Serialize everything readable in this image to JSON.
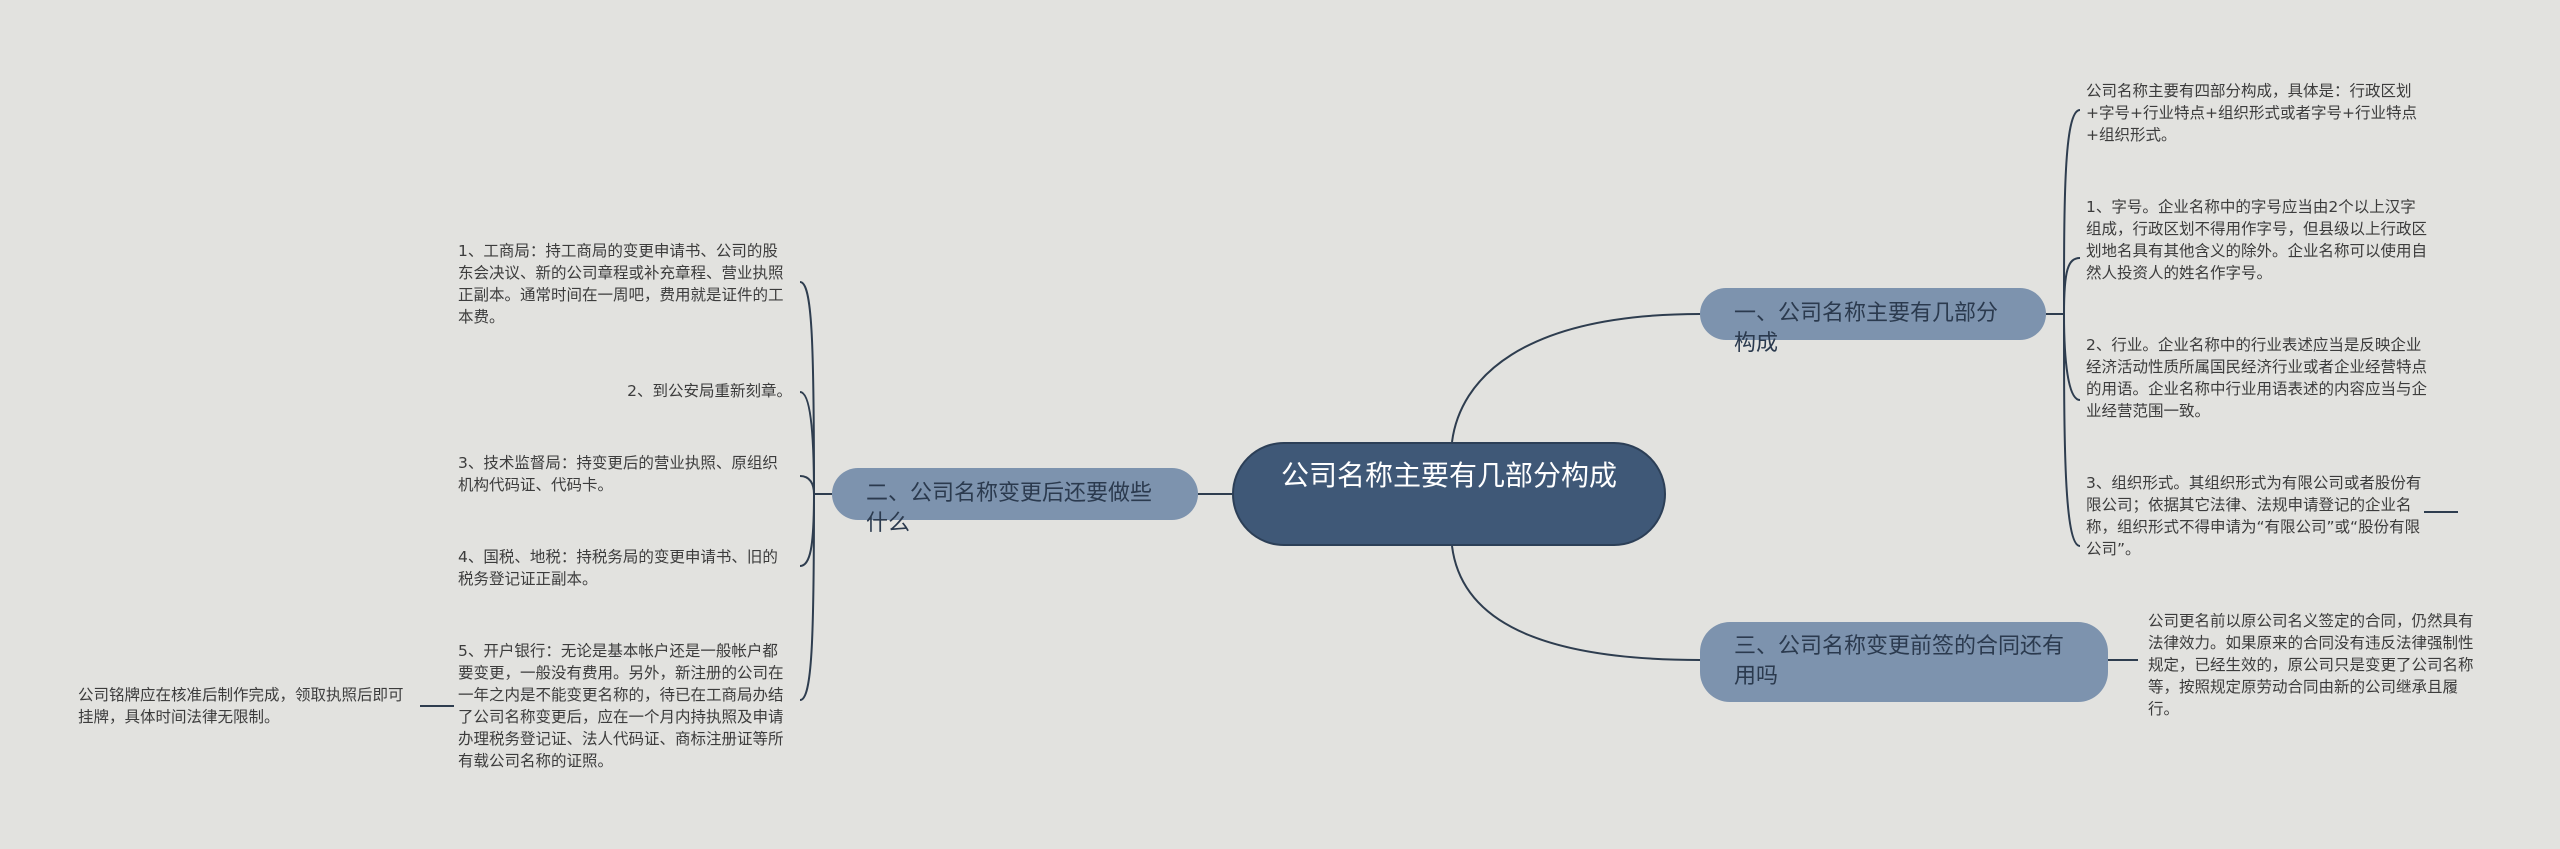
{
  "root": {
    "label": "公司名称主要有几部分构成"
  },
  "branches": [
    {
      "label": "一、公司名称主要有几部分构成"
    },
    {
      "label": "二、公司名称变更后还要做些什么"
    },
    {
      "label": "三、公司名称变更前签的合同还有用吗"
    }
  ],
  "leaves": {
    "b1": [
      "公司名称主要有四部分构成，具体是：行政区划+字号+行业特点+组织形式或者字号+行业特点+组织形式。",
      "1、字号。企业名称中的字号应当由2个以上汉字组成，行政区划不得用作字号，但县级以上行政区划地名具有其他含义的除外。企业名称可以使用自然人投资人的姓名作字号。",
      "2、行业。企业名称中的行业表述应当是反映企业经济活动性质所属国民经济行业或者企业经营特点的用语。企业名称中行业用语表述的内容应当与企业经营范围一致。",
      "3、组织形式。其组织形式为有限公司或者股份有限公司；依据其它法律、法规申请登记的企业名称，组织形式不得申请为“有限公司”或“股份有限公司”。"
    ],
    "b2": [
      "1、工商局：持工商局的变更申请书、公司的股东会决议、新的公司章程或补充章程、营业执照正副本。通常时间在一周吧，费用就是证件的工本费。",
      "2、到公安局重新刻章。",
      "3、技术监督局：持变更后的营业执照、原组织机构代码证、代码卡。",
      "4、国税、地税：持税务局的变更申请书、旧的税务登记证正副本。",
      "5、开户银行：无论是基本帐户还是一般帐户都要变更，一般没有费用。另外，新注册的公司在一年之内是不能变更名称的，待已在工商局办结了公司名称变更后，应在一个月内持执照及申请办理税务登记证、法人代码证、商标注册证等所有载公司名称的证照。"
    ],
    "b2_sub": "公司铭牌应在核准后制作完成，领取执照后即可挂牌，具体时间法律无限制。",
    "b3": [
      "公司更名前以原公司名义签定的合同，仍然具有法律效力。如果原来的合同没有违反法律强制性规定，已经生效的，原公司只是变更了公司名称等，按照规定原劳动合同由新的公司继承且履行。"
    ]
  },
  "colors": {
    "background": "#e2e2df",
    "root_fill": "#3f5877",
    "branch_fill": "#7d93ae",
    "line": "#2e3d4f"
  }
}
